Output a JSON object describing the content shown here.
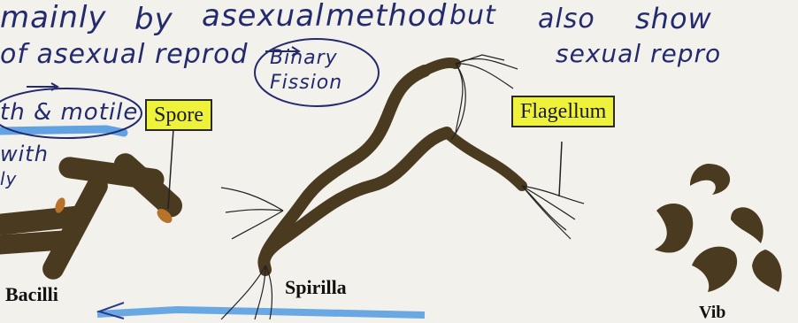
{
  "notes": {
    "line1": [
      "mainly",
      "by",
      "asexual",
      "method",
      "but",
      "also",
      "show"
    ],
    "line2_left": "of asexual reprod",
    "line2_right": "sexual repro",
    "arrow_target": "Binary Fission",
    "line3_fragment": "th & motile",
    "line4_fragment": "with",
    "line5_fragment": "ly"
  },
  "labels": {
    "spore": "Spore",
    "flagellum": "Flagellum",
    "bacilli": "Bacilli",
    "spirilla": "Spirilla",
    "vibrio_partial": "Vib"
  },
  "colors": {
    "ink": "#232a6d",
    "highlight_yellow": "#eef23a",
    "highlight_blue": "#3b8fe0",
    "bacteria_brown": "#4a3a20",
    "paper": "#f3f1ec"
  }
}
